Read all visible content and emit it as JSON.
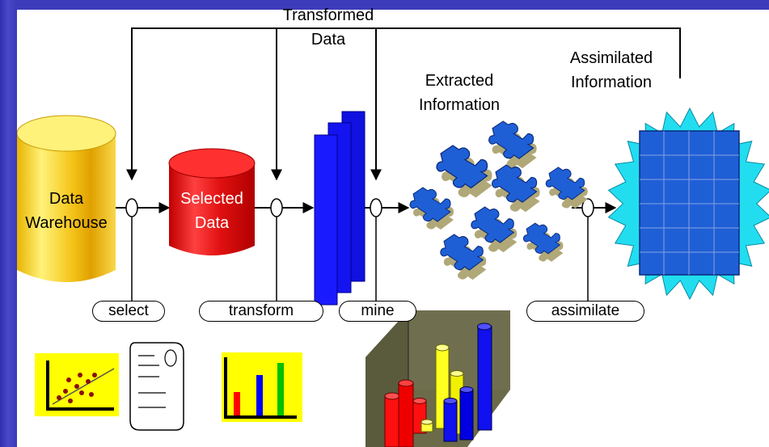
{
  "labels": {
    "transformed": [
      "Transformed",
      "Data"
    ],
    "extracted": [
      "Extracted",
      "Information"
    ],
    "assimilated": [
      "Assimilated",
      "Information"
    ],
    "data_warehouse": [
      "Data",
      "Warehouse"
    ],
    "selected_data": [
      "Selected",
      "Data"
    ]
  },
  "stages": {
    "select": "select",
    "transform": "transform",
    "mine": "mine",
    "assimilate": "assimilate"
  },
  "colors": {
    "slide_background": "#3c3bba",
    "warehouse": "#f5d21a",
    "selected_data": "#e01010",
    "blocks": "#1010e0",
    "puzzle": "#1f5fd6",
    "starburst": "#22ddf0",
    "chart_background": "#ffff00"
  },
  "icons": [
    "scatter-chart-icon",
    "document-icon",
    "bar-chart-icon",
    "3d-cylinder-chart-icon",
    "puzzle-piece-icon",
    "starburst-icon"
  ]
}
